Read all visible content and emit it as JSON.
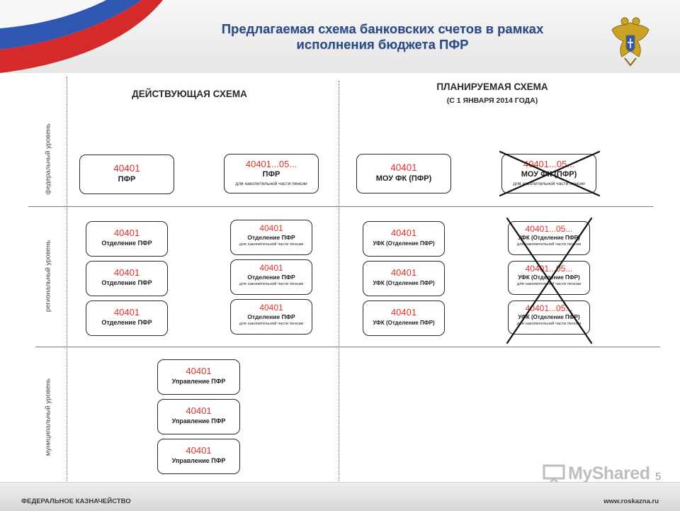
{
  "header": {
    "title_line1": "Предлагаемая схема банковских счетов в рамках",
    "title_line2": "исполнения бюджета ПФР"
  },
  "columns": {
    "current": {
      "title": "ДЕЙСТВУЮЩАЯ СХЕМА"
    },
    "planned": {
      "title": "ПЛАНИРУЕМАЯ СХЕМА",
      "subtitle": "(С 1 ЯНВАРЯ 2014 ГОДА)"
    }
  },
  "levels": {
    "federal": "федеральный уровень",
    "regional": "региональный уровень",
    "municipal": "муниципальный уровень"
  },
  "boxes": {
    "cur_fed_1": {
      "account": "40401",
      "name": "ПФР"
    },
    "cur_fed_2": {
      "account": "40401...05...",
      "name": "ПФР",
      "note": "для накопительной части пенсии"
    },
    "plan_fed_1": {
      "account": "40401",
      "name": "МОУ ФК (ПФР)"
    },
    "plan_fed_2": {
      "account": "40401...05...",
      "name": "МОУ ФК (ПФР)",
      "note": "для накопительной части пенсии",
      "crossed": true
    },
    "cur_reg_a": [
      {
        "account": "40401",
        "name": "Отделение ПФР"
      },
      {
        "account": "40401",
        "name": "Отделение ПФР"
      },
      {
        "account": "40401",
        "name": "Отделение ПФР"
      }
    ],
    "cur_reg_b": [
      {
        "account": "40401",
        "name": "Отделение ПФР",
        "note": "для накопительной части пенсии"
      },
      {
        "account": "40401",
        "name": "Отделение ПФР",
        "note": "для накопительной части пенсии"
      },
      {
        "account": "40401",
        "name": "Отделение ПФР",
        "note": "для накопительной части пенсии"
      }
    ],
    "plan_reg_a": [
      {
        "account": "40401",
        "name": "УФК (Отделение ПФР)"
      },
      {
        "account": "40401",
        "name": "УФК (Отделение ПФР)"
      },
      {
        "account": "40401",
        "name": "УФК (Отделение ПФР)"
      }
    ],
    "plan_reg_b": [
      {
        "account": "40401...05...",
        "name": "УФК (Отделение ПФР)",
        "note": "для накопительной части пенсии",
        "crossed": true
      },
      {
        "account": "40401...05...",
        "name": "УФК (Отделение ПФР)",
        "note": "для накопительной части пенсии",
        "crossed": true
      },
      {
        "account": "40401...05...",
        "name": "УФК (Отделение ПФР)",
        "note": "для накопительной части пенсии",
        "crossed": true
      }
    ],
    "cur_mun": [
      {
        "account": "40401",
        "name": "Управление ПФР"
      },
      {
        "account": "40401",
        "name": "Управление ПФР"
      },
      {
        "account": "40401",
        "name": "Управление ПФР"
      }
    ]
  },
  "footer": {
    "left": "ФЕДЕРАЛЬНОЕ КАЗНАЧЕЙСТВО",
    "right": "www.roskazna.ru",
    "page": "5",
    "watermark": "MyShared"
  },
  "colors": {
    "title": "#2a4a8a",
    "account": "#e0312a",
    "cross": "#111111"
  }
}
